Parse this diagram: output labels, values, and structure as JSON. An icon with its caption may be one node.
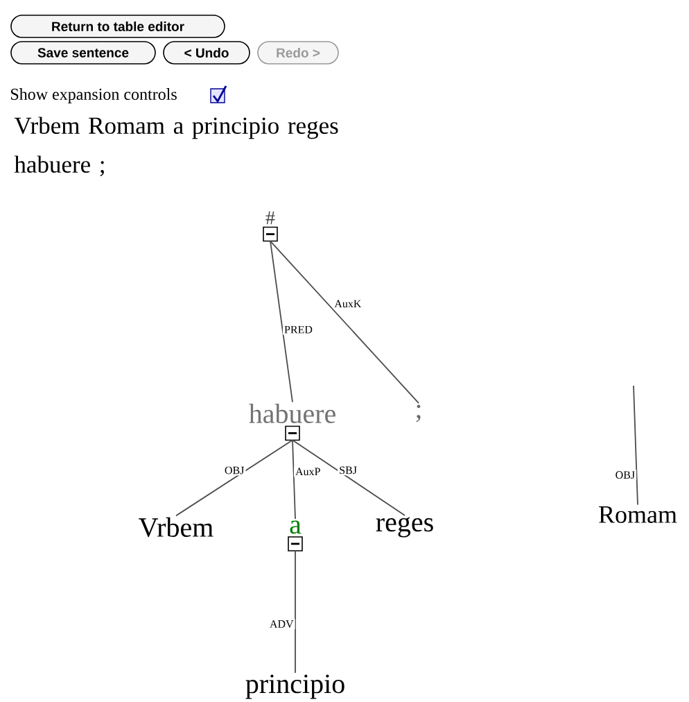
{
  "diagram": {
    "nodes": [
      {
        "text": [
          "#"
        ]
      },
      {
        "text": [
          "habuere"
        ]
      },
      {
        "text": [
          ";"
        ]
      },
      {
        "text": [
          "Vrbem"
        ]
      },
      {
        "text": [
          "a"
        ]
      },
      {
        "text": [
          "reges"
        ]
      },
      {
        "text": [
          "principio"
        ]
      },
      {
        "text": [
          "Romam"
        ]
      }
    ],
    "edges": [
      {
        "from": 0,
        "to": 1,
        "arrow": "none",
        "label": "PRED"
      },
      {
        "from": 0,
        "to": 2,
        "arrow": "none",
        "label": "AuxK"
      },
      {
        "from": 1,
        "to": 3,
        "arrow": "none",
        "label": "OBJ"
      },
      {
        "from": 1,
        "to": 4,
        "arrow": "none",
        "label": "AuxP"
      },
      {
        "from": 1,
        "to": 5,
        "arrow": "none",
        "label": "SBJ"
      },
      {
        "from": 4,
        "to": 6,
        "arrow": "none",
        "label": "ADV"
      },
      {
        "from": null,
        "to": 7,
        "arrow": "none",
        "label": "OBJ"
      }
    ],
    "labels": [
      "Return to table editor",
      "Save sentence",
      "< Undo",
      "Redo >",
      "Show expansion controls",
      "Vrbem Romam a principio reges habuere ;"
    ]
  }
}
